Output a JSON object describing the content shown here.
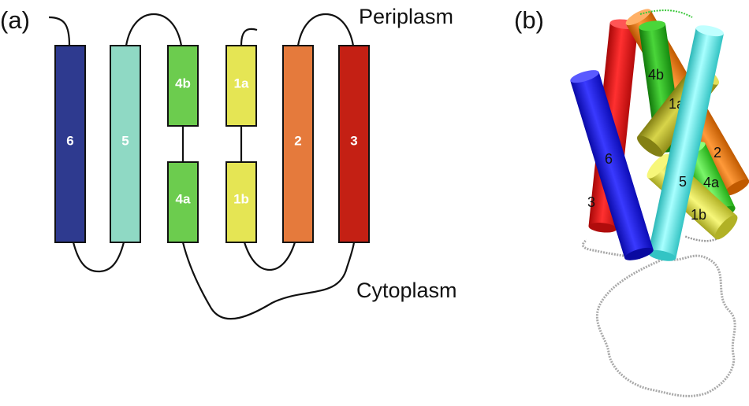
{
  "panel_a": {
    "label": "(a)",
    "periplasm_label": "Periplasm",
    "cytoplasm_label": "Cytoplasm",
    "helices": [
      {
        "id": "6",
        "label": "6",
        "color": "#2e3a8f"
      },
      {
        "id": "5",
        "label": "5",
        "color": "#8fd9c4"
      },
      {
        "id": "4b",
        "label": "4b",
        "color": "#6ccc4e"
      },
      {
        "id": "4a",
        "label": "4a",
        "color": "#6ccc4e"
      },
      {
        "id": "1a",
        "label": "1a",
        "color": "#e5e554"
      },
      {
        "id": "1b",
        "label": "1b",
        "color": "#e5e554"
      },
      {
        "id": "2",
        "label": "2",
        "color": "#e57a3c"
      },
      {
        "id": "3",
        "label": "3",
        "color": "#c42014"
      }
    ]
  },
  "panel_b": {
    "label": "(b)",
    "cylinders": [
      {
        "id": "3",
        "label": "3",
        "color": "#ee1a1a"
      },
      {
        "id": "2",
        "label": "2",
        "color": "#ef7d14"
      },
      {
        "id": "4b",
        "label": "4b",
        "color": "#2fb21f"
      },
      {
        "id": "1a",
        "label": "1a",
        "color": "#b9b52a"
      },
      {
        "id": "4a",
        "label": "4a",
        "color": "#3fe02a"
      },
      {
        "id": "1b",
        "label": "1b",
        "color": "#dede45"
      },
      {
        "id": "6",
        "label": "6",
        "color": "#1515ee"
      },
      {
        "id": "5",
        "label": "5",
        "color": "#66eaea"
      }
    ]
  }
}
